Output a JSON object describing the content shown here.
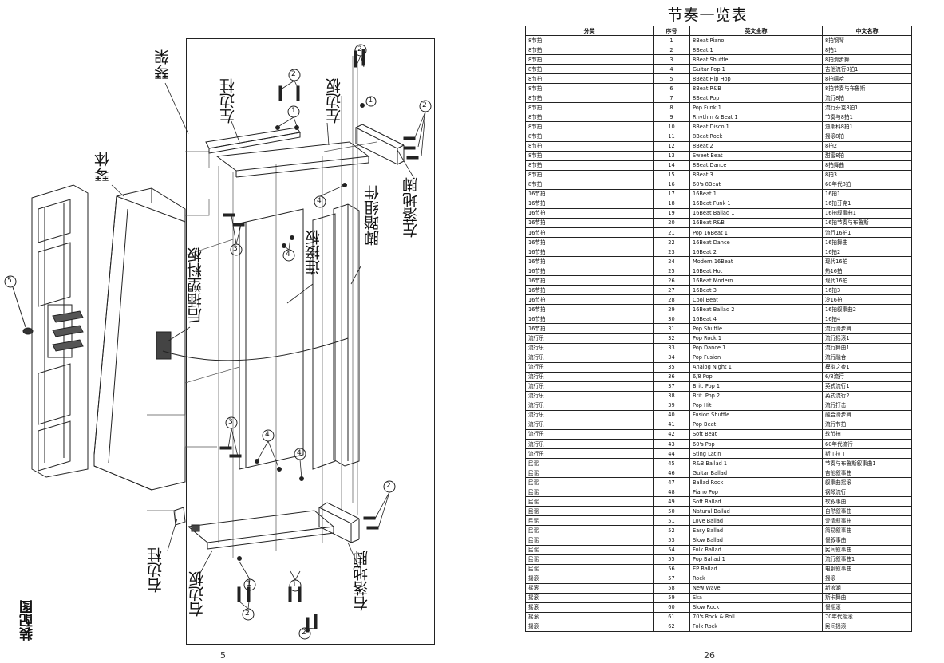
{
  "left_page": {
    "title": "装配图",
    "page_number": "5",
    "labels": {
      "piano_frame": "琴架",
      "piano_body": "琴体",
      "left_post": "左边柱",
      "left_side_panel": "左边板",
      "left_floor_foot": "左落地脚",
      "rear_plastic_panel": "后插塑料板",
      "connecting_panel": "连接板",
      "pedal_assembly": "脚踏组件",
      "right_post": "右边柱",
      "right_side_panel": "右边板",
      "right_floor_foot": "右落地脚"
    },
    "callouts": [
      "1",
      "2",
      "3",
      "4",
      "5"
    ]
  },
  "right_page": {
    "title": "节奏一览表",
    "page_number": "26",
    "columns": [
      "分类",
      "序号",
      "英文全称",
      "中文名称"
    ],
    "rows": [
      [
        "8节拍",
        "1",
        "8Beat Piano",
        "8拍钢琴"
      ],
      [
        "8节拍",
        "2",
        "8Beat 1",
        "8拍1"
      ],
      [
        "8节拍",
        "3",
        "8Beat Shuffle",
        "8拍滑步舞"
      ],
      [
        "8节拍",
        "4",
        "Guitar Pop 1",
        "吉他流行8拍1"
      ],
      [
        "8节拍",
        "5",
        "8Beat Hip Hop",
        "8拍嘻哈"
      ],
      [
        "8节拍",
        "6",
        "8Beat R&B",
        "8拍节奏与布鲁斯"
      ],
      [
        "8节拍",
        "7",
        "8Beat Pop",
        "流行8拍"
      ],
      [
        "8节拍",
        "8",
        "Pop Funk 1",
        "流行芬克8拍1"
      ],
      [
        "8节拍",
        "9",
        "Rhythm & Beat 1",
        "节奏与8拍1"
      ],
      [
        "8节拍",
        "10",
        "8Beat Disco 1",
        "迪斯科8拍1"
      ],
      [
        "8节拍",
        "11",
        "8Beat Rock",
        "摇滚8拍"
      ],
      [
        "8节拍",
        "12",
        "8Beat 2",
        "8拍2"
      ],
      [
        "8节拍",
        "13",
        "Sweet Beat",
        "甜蜜8拍"
      ],
      [
        "8节拍",
        "14",
        "8Beat Dance",
        "8拍舞曲"
      ],
      [
        "8节拍",
        "15",
        "8Beat 3",
        "8拍3"
      ],
      [
        "8节拍",
        "16",
        "60's 8Beat",
        "60年代8拍"
      ],
      [
        "16节拍",
        "17",
        "16Beat 1",
        "16拍1"
      ],
      [
        "16节拍",
        "18",
        "16Beat Funk 1",
        "16拍芬克1"
      ],
      [
        "16节拍",
        "19",
        "16Beat Ballad 1",
        "16拍叙事曲1"
      ],
      [
        "16节拍",
        "20",
        "16Beat R&B",
        "16拍节奏与布鲁斯"
      ],
      [
        "16节拍",
        "21",
        "Pop 16Beat 1",
        "流行16拍1"
      ],
      [
        "16节拍",
        "22",
        "16Beat Dance",
        "16拍舞曲"
      ],
      [
        "16节拍",
        "23",
        "16Beat 2",
        "16拍2"
      ],
      [
        "16节拍",
        "24",
        "Modern 16Beat",
        "现代16拍"
      ],
      [
        "16节拍",
        "25",
        "16Beat Hot",
        "热16拍"
      ],
      [
        "16节拍",
        "26",
        "16Beat Modern",
        "现代16拍"
      ],
      [
        "16节拍",
        "27",
        "16Beat 3",
        "16拍3"
      ],
      [
        "16节拍",
        "28",
        "Cool Beat",
        "冷16拍"
      ],
      [
        "16节拍",
        "29",
        "16Beat Ballad 2",
        "16拍叙事曲2"
      ],
      [
        "16节拍",
        "30",
        "16Beat 4",
        "16拍4"
      ],
      [
        "16节拍",
        "31",
        "Pop Shuffle",
        "流行滑步舞"
      ],
      [
        "流行乐",
        "32",
        "Pop Rock 1",
        "流行摇滚1"
      ],
      [
        "流行乐",
        "33",
        "Pop Dance 1",
        "流行舞曲1"
      ],
      [
        "流行乐",
        "34",
        "Pop Fusion",
        "流行融合"
      ],
      [
        "流行乐",
        "35",
        "Analog Night 1",
        "模拟之夜1"
      ],
      [
        "流行乐",
        "36",
        "6/8 Pop",
        "6/8流行"
      ],
      [
        "流行乐",
        "37",
        "Brit. Pop 1",
        "英式流行1"
      ],
      [
        "流行乐",
        "38",
        "Brit. Pop 2",
        "英式流行2"
      ],
      [
        "流行乐",
        "39",
        "Pop Hit",
        "流行打击"
      ],
      [
        "流行乐",
        "40",
        "Fusion Shuffle",
        "融合滑步舞"
      ],
      [
        "流行乐",
        "41",
        "Pop Beat",
        "流行节拍"
      ],
      [
        "流行乐",
        "42",
        "Soft Beat",
        "软节拍"
      ],
      [
        "流行乐",
        "43",
        "60's Pop",
        "60年代流行"
      ],
      [
        "流行乐",
        "44",
        "Sting Latin",
        "斯丁拉丁"
      ],
      [
        "民谣",
        "45",
        "R&B Ballad 1",
        "节奏与布鲁斯叙事曲1"
      ],
      [
        "民谣",
        "46",
        "Guitar Ballad",
        "吉他叙事曲"
      ],
      [
        "民谣",
        "47",
        "Ballad Rock",
        "叙事曲摇滚"
      ],
      [
        "民谣",
        "48",
        "Piano Pop",
        "钢琴流行"
      ],
      [
        "民谣",
        "49",
        "Soft Ballad",
        "软叙事曲"
      ],
      [
        "民谣",
        "50",
        "Natural Ballad",
        "自然叙事曲"
      ],
      [
        "民谣",
        "51",
        "Love Ballad",
        "爱情叙事曲"
      ],
      [
        "民谣",
        "52",
        "Easy Ballad",
        "简易叙事曲"
      ],
      [
        "民谣",
        "53",
        "Slow Ballad",
        "慢叙事曲"
      ],
      [
        "民谣",
        "54",
        "Folk Ballad",
        "民间叙事曲"
      ],
      [
        "民谣",
        "55",
        "Pop Ballad 1",
        "流行叙事曲1"
      ],
      [
        "民谣",
        "56",
        "EP Ballad",
        "电钢叙事曲"
      ],
      [
        "摇滚",
        "57",
        "Rock",
        "摇滚"
      ],
      [
        "摇滚",
        "58",
        "New Wave",
        "新浪潮"
      ],
      [
        "摇滚",
        "59",
        "Ska",
        "斯卡舞曲"
      ],
      [
        "摇滚",
        "60",
        "Slow Rock",
        "慢摇滚"
      ],
      [
        "摇滚",
        "61",
        "70's Rock & Roll",
        "70年代摇滚"
      ],
      [
        "摇滚",
        "62",
        "Folk Rock",
        "民间摇滚"
      ]
    ]
  }
}
